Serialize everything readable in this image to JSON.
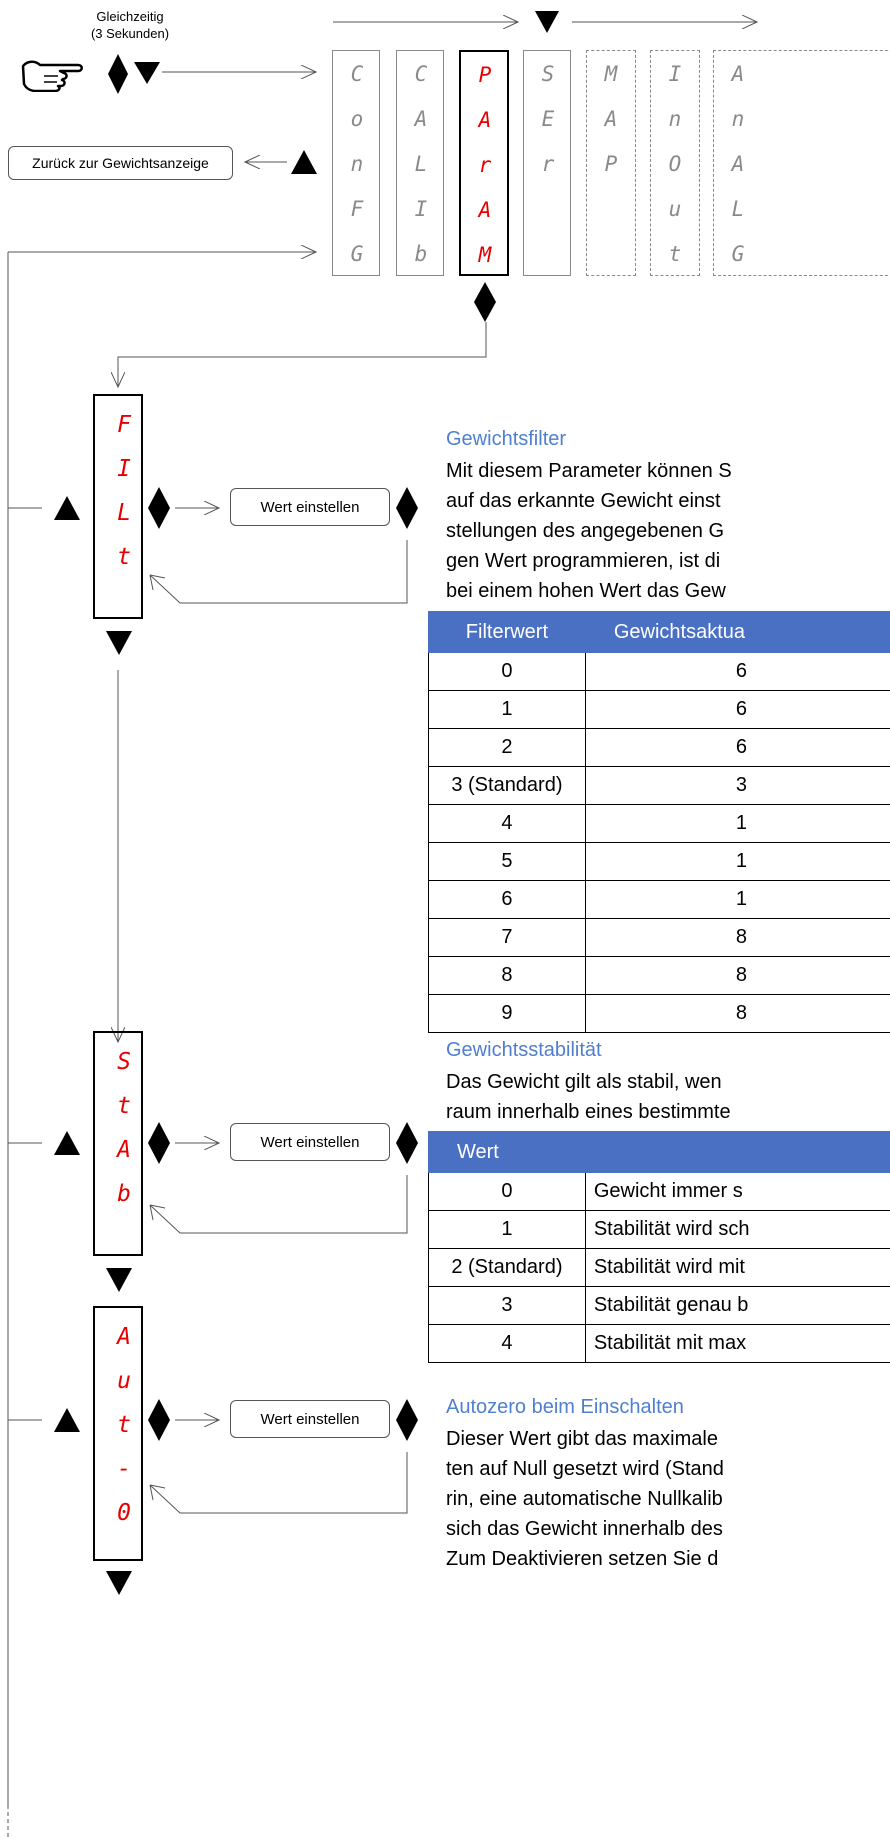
{
  "header": {
    "simultaneous_label": "Gleichzeitig",
    "duration_label": "(3 Sekunden)",
    "back_button": "Zurück zur Gewichtsanzeige"
  },
  "menu_columns": [
    {
      "name": "conf",
      "letters": [
        "C",
        "o",
        "n",
        "F",
        "G"
      ],
      "style": "solid"
    },
    {
      "name": "calib",
      "letters": [
        "C",
        "A",
        "L",
        "I",
        "b"
      ],
      "style": "solid"
    },
    {
      "name": "param",
      "letters": [
        "P",
        "A",
        "r",
        "A",
        "M"
      ],
      "style": "selected"
    },
    {
      "name": "ser",
      "letters": [
        "S",
        "E",
        "r"
      ],
      "style": "solid"
    },
    {
      "name": "map",
      "letters": [
        "M",
        "A",
        "P"
      ],
      "style": "dashed"
    },
    {
      "name": "inout",
      "letters": [
        "I",
        "n",
        "O",
        "u",
        "t"
      ],
      "style": "dashed"
    },
    {
      "name": "anal",
      "letters": [
        "A",
        "n",
        "A",
        "L",
        "G"
      ],
      "style": "dashed"
    }
  ],
  "params": [
    {
      "name": "filt",
      "letters": [
        "F",
        "I",
        "L",
        "t"
      ]
    },
    {
      "name": "stab",
      "letters": [
        "S",
        "t",
        "A",
        "b"
      ]
    },
    {
      "name": "aut0",
      "letters": [
        "A",
        "u",
        "t",
        "-",
        "0"
      ]
    }
  ],
  "set_value_label": "Wert einstellen",
  "filter_section": {
    "title": "Gewichtsfilter",
    "lines": [
      "Mit diesem Parameter können S",
      "auf das erkannte Gewicht einst",
      "stellungen des angegebenen G",
      "gen Wert programmieren, ist di",
      "bei einem hohen Wert das Gew"
    ],
    "table": {
      "headers": [
        "Filterwert",
        "Gewichtsaktua"
      ],
      "rows": [
        [
          "0",
          "6"
        ],
        [
          "1",
          "6"
        ],
        [
          "2",
          "6"
        ],
        [
          "3 (Standard)",
          "3"
        ],
        [
          "4",
          "1"
        ],
        [
          "5",
          "1"
        ],
        [
          "6",
          "1"
        ],
        [
          "7",
          "8"
        ],
        [
          "8",
          "8"
        ],
        [
          "9",
          "8"
        ]
      ]
    }
  },
  "stability_section": {
    "title": "Gewichtsstabilität",
    "lines": [
      "Das Gewicht gilt als stabil, wen",
      "raum innerhalb eines bestimmte"
    ],
    "table": {
      "headers": [
        "Wert",
        ""
      ],
      "rows": [
        [
          "0",
          "Gewicht immer s"
        ],
        [
          "1",
          "Stabilität wird sch"
        ],
        [
          "2 (Standard)",
          "Stabilität wird mit"
        ],
        [
          "3",
          "Stabilität genau b"
        ],
        [
          "4",
          "Stabilität mit max"
        ]
      ]
    }
  },
  "autozero_section": {
    "title": "Autozero beim Einschalten",
    "lines": [
      "Dieser Wert gibt das maximale",
      "ten auf Null gesetzt wird (Stand",
      "rin, eine automatische Nullkalib",
      "sich das Gewicht innerhalb des",
      "Zum Deaktivieren setzen Sie d"
    ]
  },
  "colors": {
    "accent_blue": "#4f7fd0",
    "header_blue": "#4a70c4",
    "display_red": "#e60000",
    "inactive_grey": "#8a8a8a"
  },
  "icons": [
    "pointing-hand-icon",
    "diamond-icon",
    "triangle-up-icon",
    "triangle-down-icon",
    "arrow-right-icon",
    "arrow-left-icon"
  ]
}
